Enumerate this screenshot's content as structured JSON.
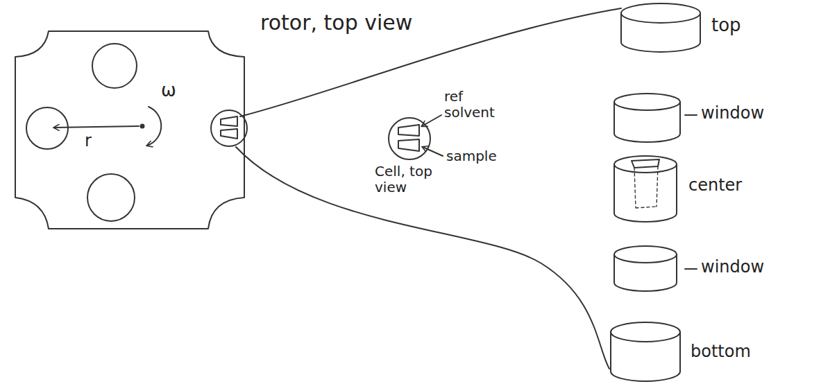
{
  "diagram": {
    "labels": [
      "rotor, top view",
      "ω",
      "r",
      "ref solvent",
      "sample",
      "Cell, top view",
      "top",
      "window",
      "center",
      "window",
      "bottom"
    ]
  }
}
